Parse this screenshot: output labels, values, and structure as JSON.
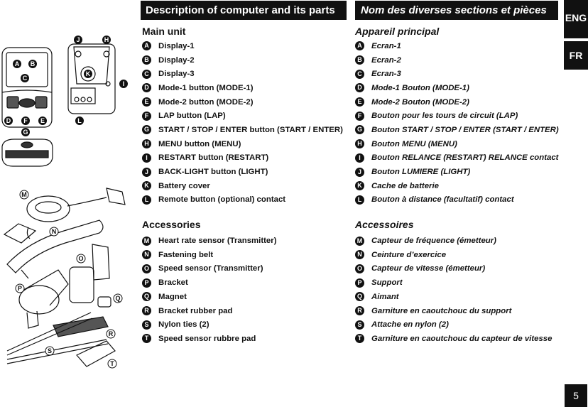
{
  "headers": {
    "en": "Description of computer and its parts",
    "fr": "Nom des diverses sections et pièces"
  },
  "tabs": {
    "eng": "ENG",
    "fr": "FR"
  },
  "page_number": "5",
  "illustration_labels": [
    "A",
    "B",
    "C",
    "D",
    "E",
    "F",
    "G",
    "H",
    "I",
    "J",
    "K",
    "L",
    "M",
    "N",
    "O",
    "P",
    "Q",
    "R",
    "S",
    "T"
  ],
  "en": {
    "main_title": "Main unit",
    "main_items": [
      {
        "letter": "A",
        "text": "Display-1"
      },
      {
        "letter": "B",
        "text": "Display-2"
      },
      {
        "letter": "C",
        "text": "Display-3"
      },
      {
        "letter": "D",
        "text": "Mode-1 button (MODE-1)"
      },
      {
        "letter": "E",
        "text": "Mode-2 button (MODE-2)"
      },
      {
        "letter": "F",
        "text": "LAP button (LAP)"
      },
      {
        "letter": "G",
        "text": "START / STOP / ENTER button (START / ENTER)"
      },
      {
        "letter": "H",
        "text": "MENU button (MENU)"
      },
      {
        "letter": "I",
        "text": "RESTART button (RESTART)"
      },
      {
        "letter": "J",
        "text": "BACK-LIGHT button (LIGHT)"
      },
      {
        "letter": "K",
        "text": "Battery cover"
      },
      {
        "letter": "L",
        "text": "Remote button (optional) contact"
      }
    ],
    "acc_title": "Accessories",
    "acc_items": [
      {
        "letter": "M",
        "text": "Heart rate sensor (Transmitter)"
      },
      {
        "letter": "N",
        "text": "Fastening belt"
      },
      {
        "letter": "O",
        "text": "Speed sensor (Transmitter)"
      },
      {
        "letter": "P",
        "text": "Bracket"
      },
      {
        "letter": "Q",
        "text": "Magnet"
      },
      {
        "letter": "R",
        "text": "Bracket rubber pad"
      },
      {
        "letter": "S",
        "text": "Nylon ties (2)"
      },
      {
        "letter": "T",
        "text": "Speed sensor rubbre pad"
      }
    ]
  },
  "fr": {
    "main_title": "Appareil principal",
    "main_items": [
      {
        "letter": "A",
        "text": "Ecran-1"
      },
      {
        "letter": "B",
        "text": "Ecran-2"
      },
      {
        "letter": "C",
        "text": "Ecran-3"
      },
      {
        "letter": "D",
        "text": "Mode-1 Bouton (MODE-1)"
      },
      {
        "letter": "E",
        "text": "Mode-2 Bouton (MODE-2)"
      },
      {
        "letter": "F",
        "text": "Bouton pour les tours de circuit (LAP)"
      },
      {
        "letter": "G",
        "text": "Bouton START / STOP / ENTER (START / ENTER)"
      },
      {
        "letter": "H",
        "text": "Bouton MENU (MENU)"
      },
      {
        "letter": "I",
        "text": "Bouton RELANCE (RESTART) RELANCE contact"
      },
      {
        "letter": "J",
        "text": "Bouton LUMIERE (LIGHT)"
      },
      {
        "letter": "K",
        "text": "Cache de batterie"
      },
      {
        "letter": "L",
        "text": "Bouton à distance (facultatif) contact"
      }
    ],
    "acc_title": "Accessoires",
    "acc_items": [
      {
        "letter": "M",
        "text": "Capteur de fréquence (émetteur)"
      },
      {
        "letter": "N",
        "text": "Ceinture d’exercice"
      },
      {
        "letter": "O",
        "text": "Capteur de vitesse (émetteur)"
      },
      {
        "letter": "P",
        "text": "Support"
      },
      {
        "letter": "Q",
        "text": "Aimant"
      },
      {
        "letter": "R",
        "text": "Garniture en caoutchouc du support"
      },
      {
        "letter": "S",
        "text": "Attache en nylon (2)"
      },
      {
        "letter": "T",
        "text": "Garniture en caoutchouc du capteur de vitesse"
      }
    ]
  }
}
